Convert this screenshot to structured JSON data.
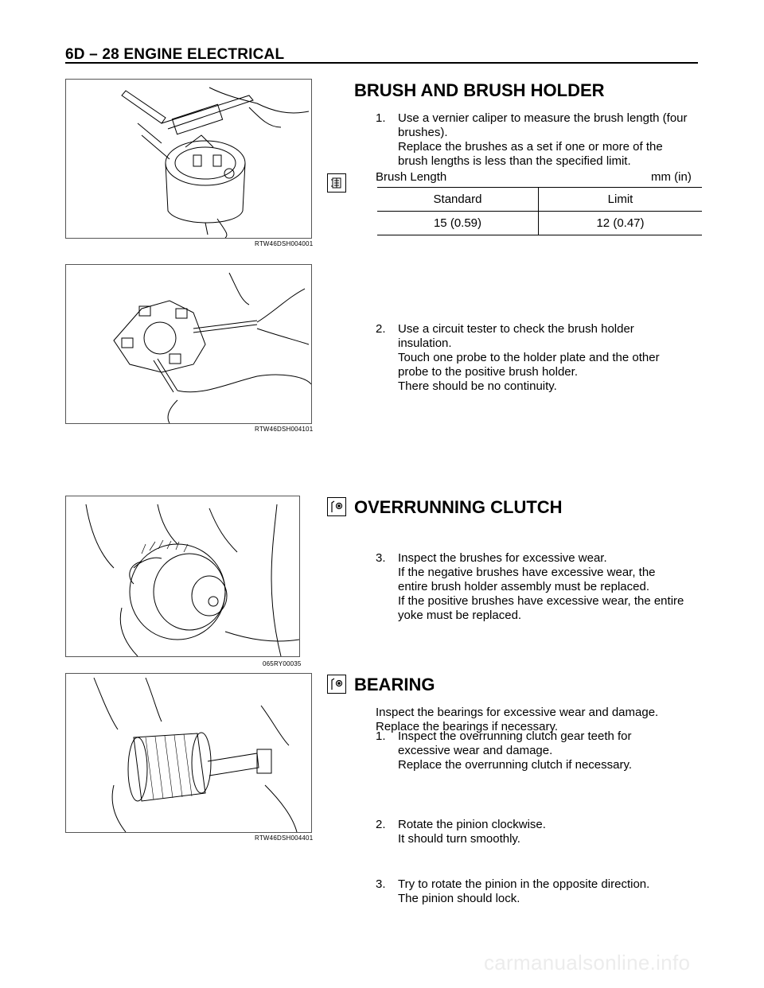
{
  "header": {
    "title": "6D – 28  ENGINE ELECTRICAL"
  },
  "figures": [
    {
      "caption": "RTW46DSH004001"
    },
    {
      "caption": "RTW46DSH004101"
    },
    {
      "caption": "065RY00035"
    },
    {
      "caption": "RTW46DSH004401"
    }
  ],
  "section1": {
    "title": "BRUSH AND BRUSH HOLDER",
    "step1": {
      "num": "1.",
      "lines": [
        "Use a vernier caliper to measure the brush length (four",
        "brushes).",
        "Replace the brushes as a set if one or more of the",
        "brush lengths is less than the specified limit."
      ]
    },
    "spec": {
      "label": "Brush Length",
      "unit": "mm (in)",
      "col1": "Standard",
      "col2": "Limit",
      "val1": "15 (0.59)",
      "val2": "12 (0.47)"
    },
    "step2": {
      "num": "2.",
      "lines": [
        "Use a circuit tester to check the brush holder",
        "insulation.",
        "Touch one probe to the holder plate and the other",
        "probe to the positive brush holder.",
        "There should be no continuity."
      ]
    },
    "step3": {
      "num": "3.",
      "lines": [
        "Inspect the brushes for excessive wear.",
        "If the negative brushes have excessive wear, the",
        "entire brush holder assembly must be replaced.",
        "If the positive brushes have excessive wear, the entire",
        "yoke must be replaced."
      ]
    }
  },
  "section2": {
    "title": "OVERRUNNING CLUTCH",
    "step1": {
      "num": "1.",
      "lines": [
        "Inspect the overrunning clutch gear teeth for",
        "excessive wear and damage.",
        "Replace the overrunning clutch if necessary."
      ]
    },
    "step2": {
      "num": "2.",
      "lines": [
        "Rotate the pinion clockwise.",
        "It should turn smoothly."
      ]
    },
    "step3": {
      "num": "3.",
      "lines": [
        "Try to rotate the pinion in the opposite direction.",
        "The pinion should lock."
      ]
    }
  },
  "section3": {
    "title": "BEARING",
    "lines": [
      "Inspect the bearings for excessive wear and damage.",
      "Replace the bearings if necessary."
    ]
  },
  "watermark": "carmanualsonline.info",
  "icons": [
    "spec-table-icon",
    "inspect-icon",
    "inspect-icon"
  ]
}
